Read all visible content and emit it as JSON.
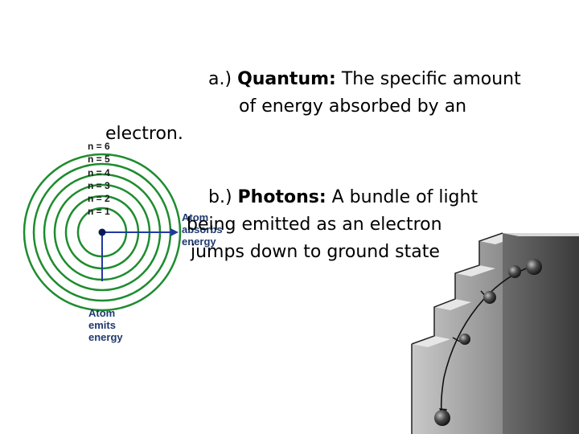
{
  "quantum": {
    "prefix": "a.) ",
    "term": "Quantum:",
    "line1_rest": " The specific amount",
    "line2": "of energy absorbed by an",
    "line3": "electron."
  },
  "photons": {
    "prefix": "b.) ",
    "term": "Photons:",
    "line1_rest": " A bundle of light",
    "line2": "being emitted as an electron",
    "line3": "jumps down to ground state"
  },
  "atom_diagram": {
    "levels": [
      "n = 6",
      "n = 5",
      "n = 4",
      "n = 3",
      "n = 2",
      "n = 1"
    ],
    "absorb_label": [
      "Atom",
      "absorbs",
      "energy"
    ],
    "emit_label": [
      "Atom",
      "emits",
      "energy"
    ],
    "orbit_color": "#1e8c2e",
    "arrow_color": "#1f3aa0"
  }
}
